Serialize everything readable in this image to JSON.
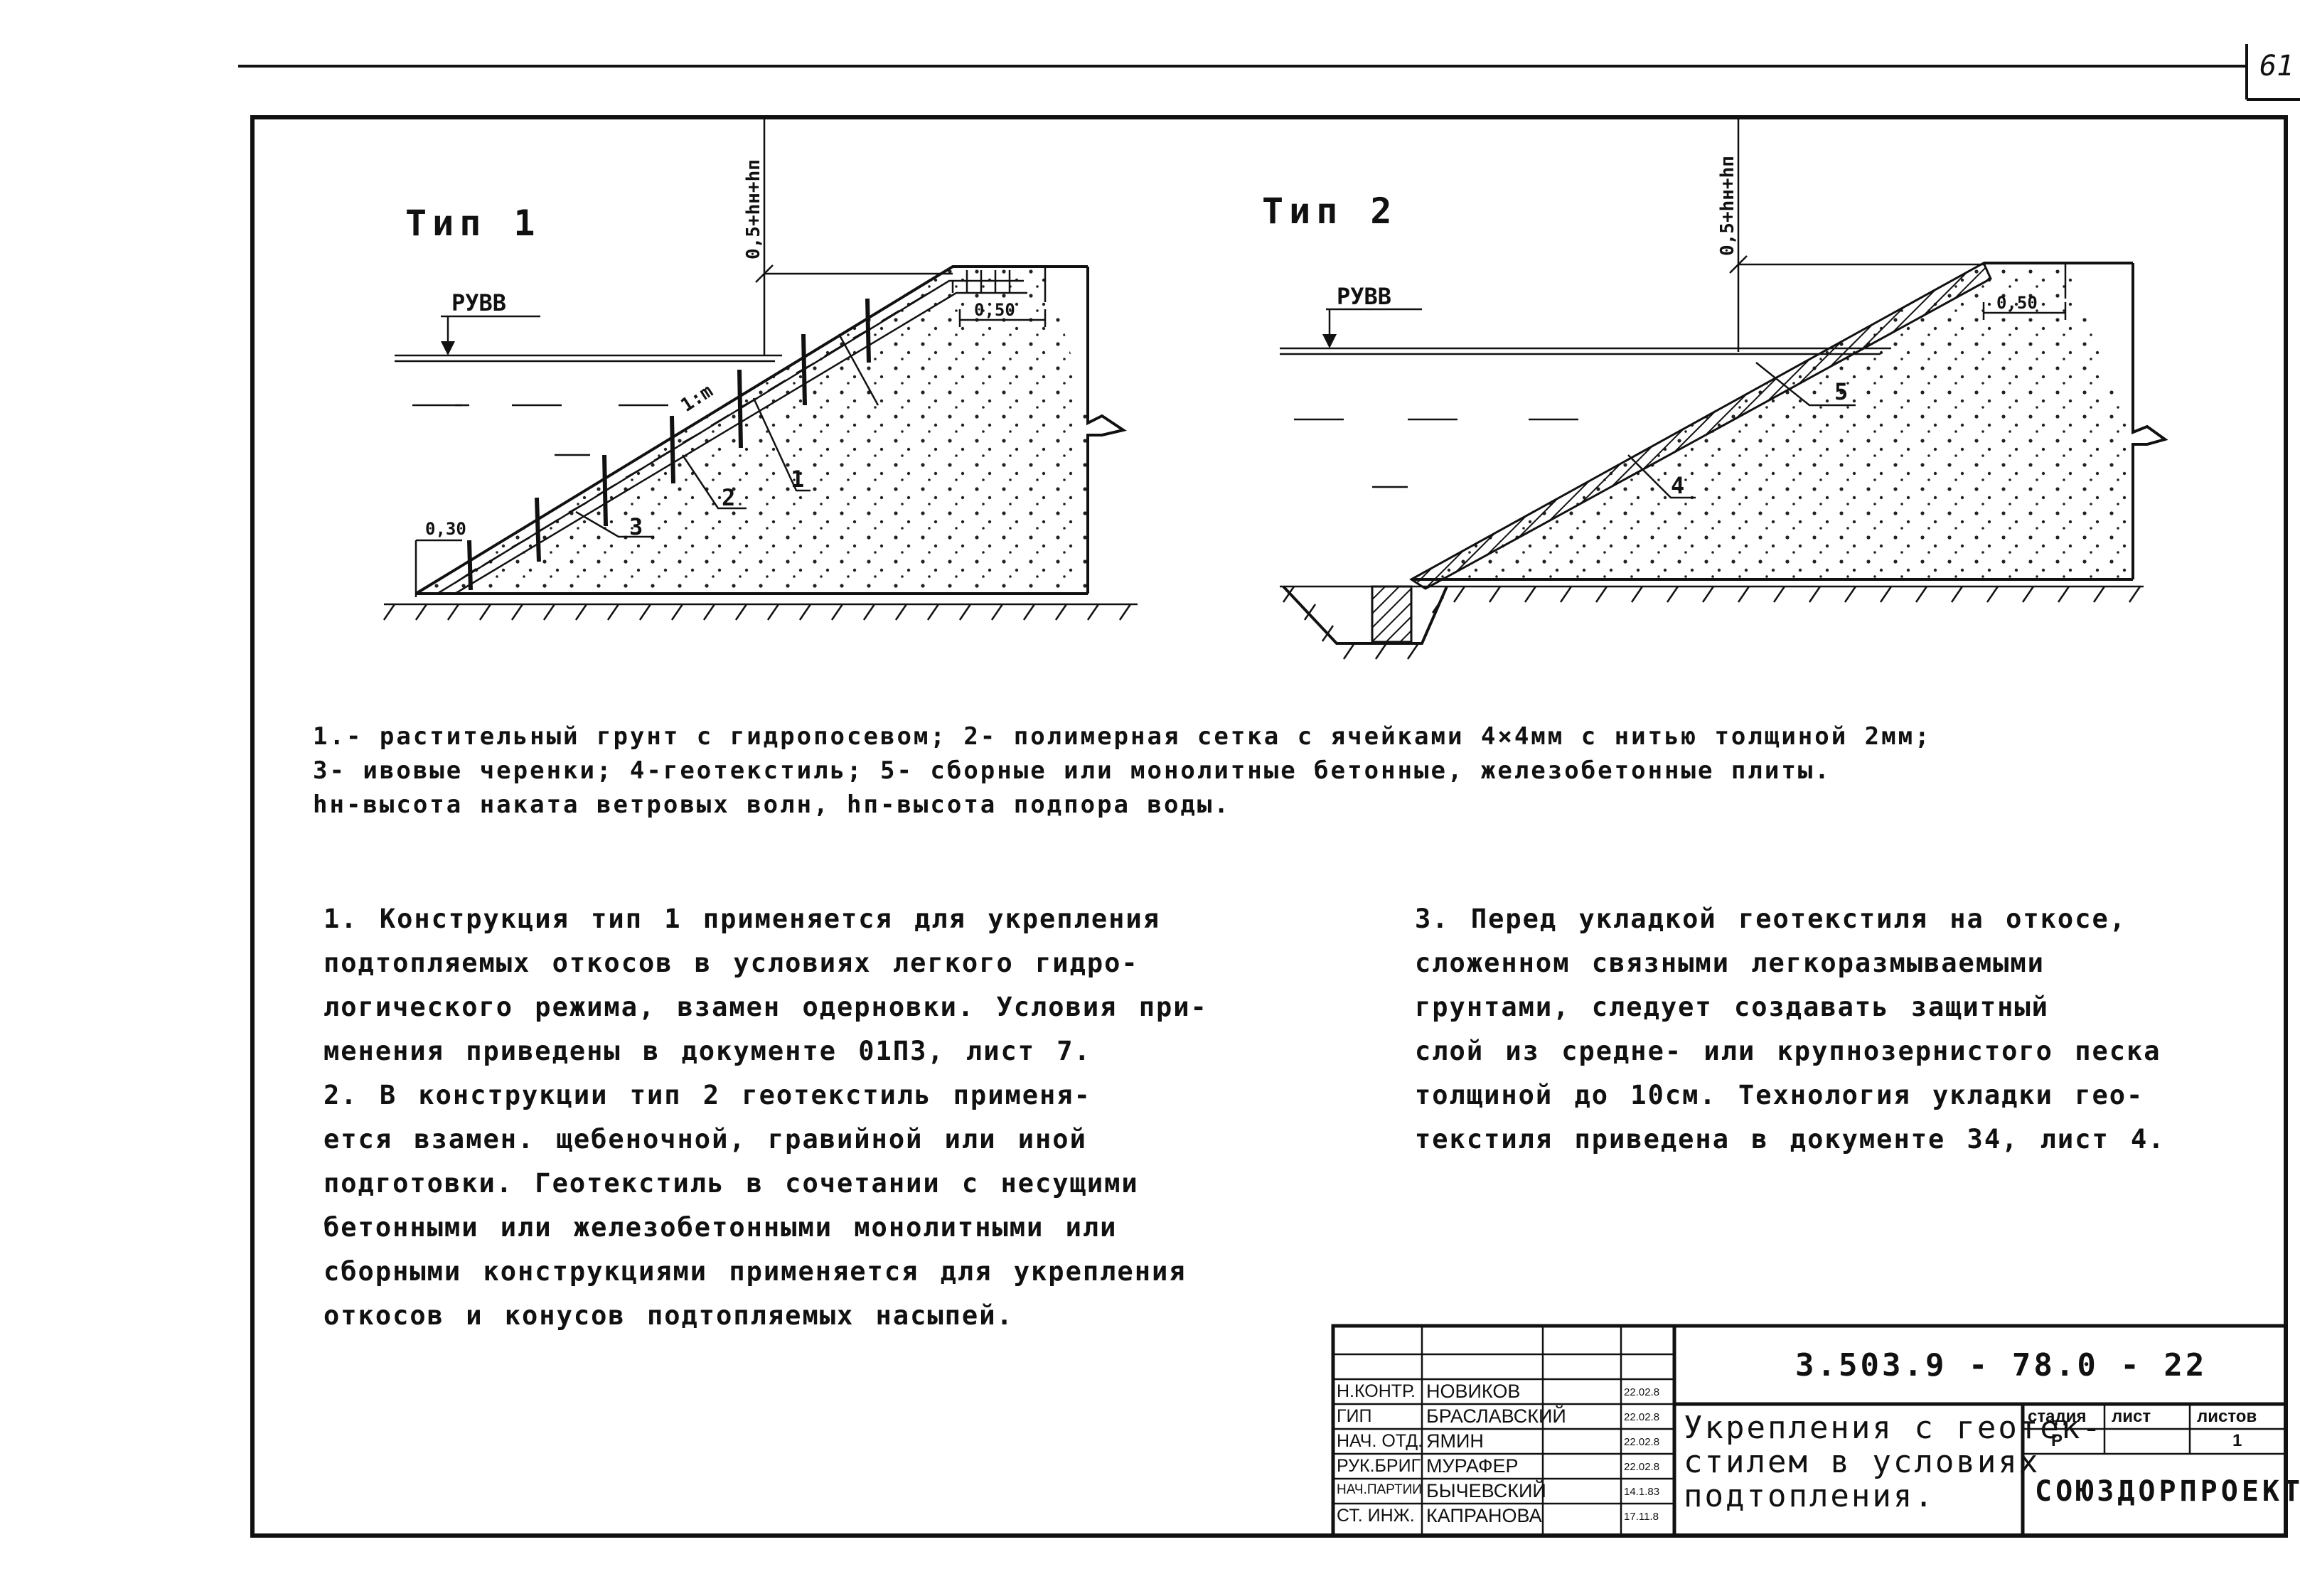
{
  "page_number": "61",
  "type1": {
    "title": "Тип 1",
    "water_level": "РУВВ",
    "height_formula": "0,5+hн+hп",
    "berm": "0,50",
    "toe": "0,30",
    "slope": "1:m",
    "callouts": [
      "1",
      "2",
      "3"
    ]
  },
  "type2": {
    "title": "Тип 2",
    "water_level": "РУВВ",
    "height_formula": "0,5+hн+hп",
    "berm": "0,50",
    "callouts": [
      "4",
      "5"
    ]
  },
  "legend": {
    "line1": "1.- растительный грунт с гидропосевом; 2- полимерная сетка с ячейками 4×4мм с нитью толщиной 2мм;",
    "line2": "3- ивовые черенки; 4-геотекстиль; 5- сборные или монолитные бетонные, железобетонные плиты.",
    "line3": "hн-высота наката ветровых волн, hп-высота подпора воды."
  },
  "notes": {
    "note1": "1. Конструкция тип 1 применяется для укрепления\nподтопляемых откосов в условиях легкого гидро-\nлогического режима, взамен одерновки. Условия при-\nменения приведены в документе 01П3, лист 7.\n2. В конструкции тип 2 геотекстиль применя-\nется взамен. щебеночной, гравийной или иной\nподготовки. Геотекстиль в сочетании с несущими\nбетонными или железобетонными монолитными или\nсборными конструкциями применяется для укрепления\nоткосов и конусов подтопляемых насыпей.",
    "note3": "3. Перед укладкой геотекстиля на откосе,\nсложенном связными легкоразмываемыми\nгрунтами, следует создавать защитный\nслой из средне- или крупнозернистого песка\nтолщиной до 10см. Технология укладки гео-\nтекстиля приведена в документе 34, лист 4."
  },
  "title_block": {
    "code": "3.503.9 - 78.0 - 22",
    "title": "Укрепления с геотек-\nстилем в условиях\nподтопления.",
    "stage_header": "стадия",
    "sheet_header": "лист",
    "sheets_header": "листов",
    "stage": "Р",
    "sheets": "1",
    "organization": "СОЮЗДОРПРОЕКТ",
    "signatures": [
      {
        "role": "Н.КОНТР.",
        "name": "НОВИКОВ",
        "date": "22.02.8"
      },
      {
        "role": "ГИП",
        "name": "БРАСЛАВСКИЙ",
        "date": "22.02.8"
      },
      {
        "role": "НАЧ. ОТД.",
        "name": "ЯМИН",
        "date": "22.02.8"
      },
      {
        "role": "РУК.БРИГ",
        "name": "МУРАФЕР",
        "date": "22.02.8"
      },
      {
        "role": "НАЧ.ПАРТИИ",
        "name": "БЫЧЕВСКИЙ",
        "date": "14.1.83"
      },
      {
        "role": "СТ. ИНЖ.",
        "name": "КАПРАНОВА",
        "date": "17.11.8"
      }
    ]
  }
}
